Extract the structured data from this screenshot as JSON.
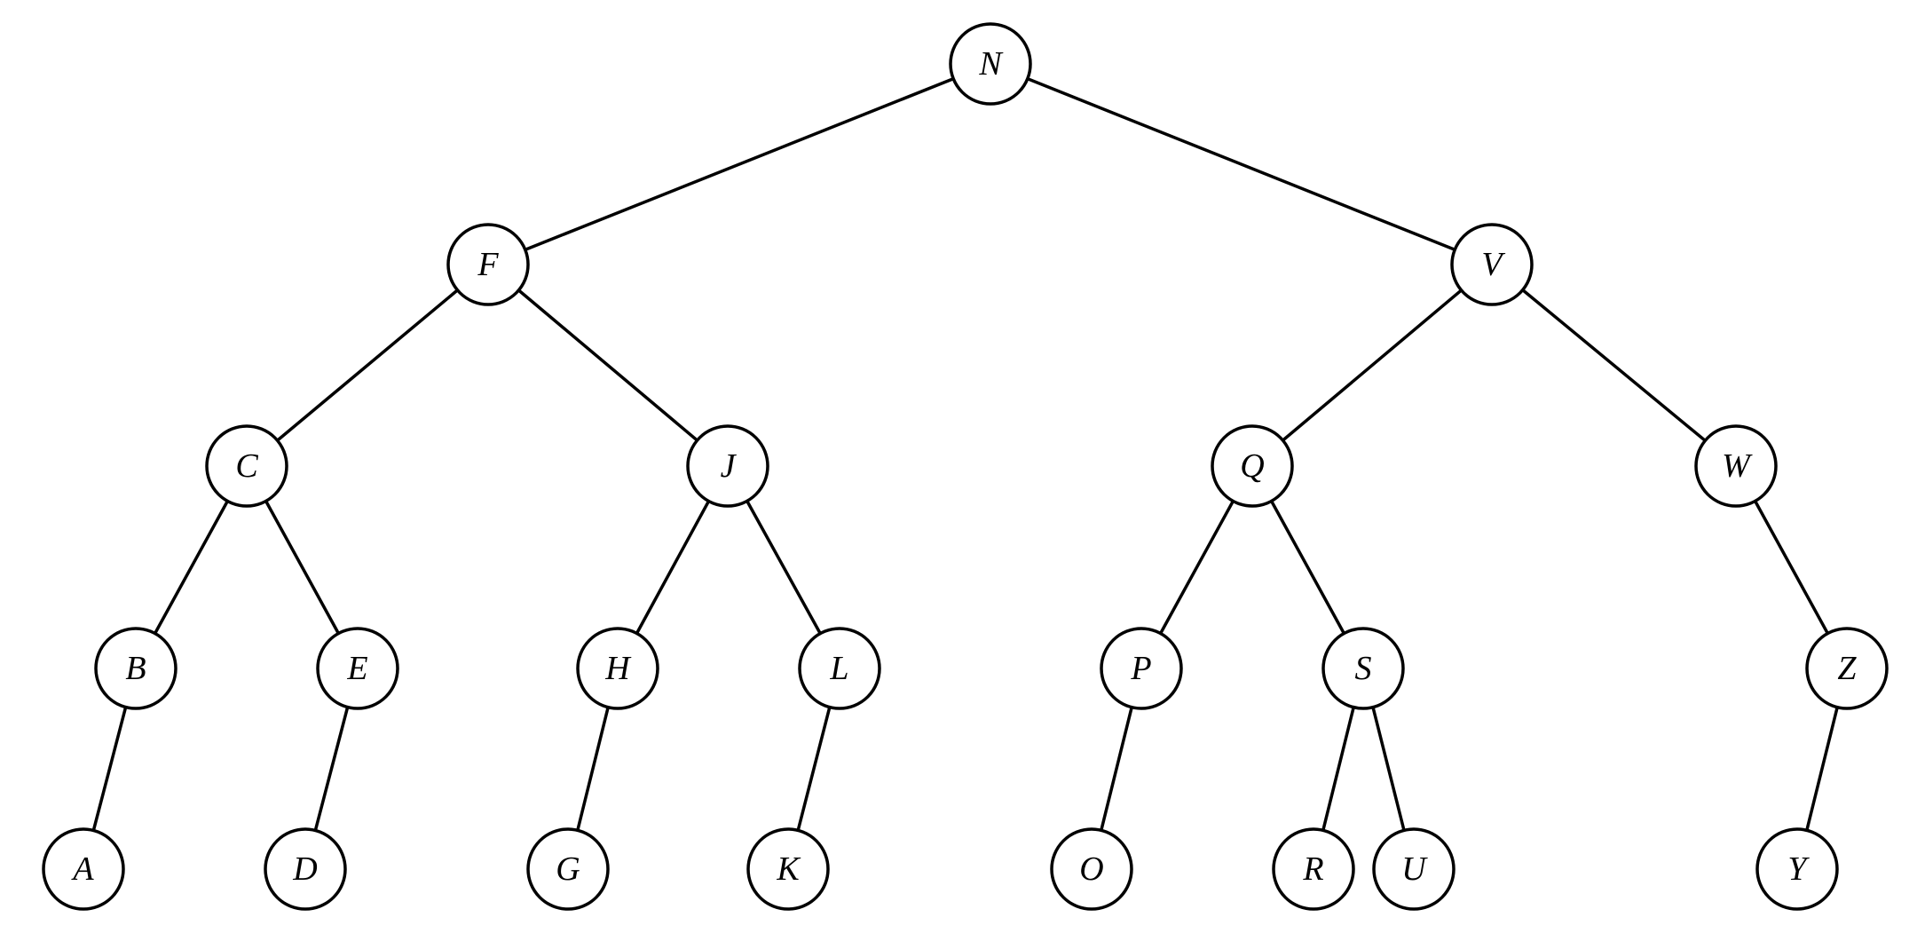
{
  "tree": {
    "nodes": [
      {
        "id": "N",
        "label": "N"
      },
      {
        "id": "F",
        "label": "F"
      },
      {
        "id": "V",
        "label": "V"
      },
      {
        "id": "C",
        "label": "C"
      },
      {
        "id": "J",
        "label": "J"
      },
      {
        "id": "Q",
        "label": "Q"
      },
      {
        "id": "W",
        "label": "W"
      },
      {
        "id": "B",
        "label": "B"
      },
      {
        "id": "E",
        "label": "E"
      },
      {
        "id": "H",
        "label": "H"
      },
      {
        "id": "L",
        "label": "L"
      },
      {
        "id": "P",
        "label": "P"
      },
      {
        "id": "S",
        "label": "S"
      },
      {
        "id": "Z",
        "label": "Z"
      },
      {
        "id": "A",
        "label": "A"
      },
      {
        "id": "D",
        "label": "D"
      },
      {
        "id": "G",
        "label": "G"
      },
      {
        "id": "K",
        "label": "K"
      },
      {
        "id": "O",
        "label": "O"
      },
      {
        "id": "R",
        "label": "R"
      },
      {
        "id": "U",
        "label": "U"
      },
      {
        "id": "Y",
        "label": "Y"
      }
    ],
    "edges": [
      [
        "N",
        "F"
      ],
      [
        "N",
        "V"
      ],
      [
        "F",
        "C"
      ],
      [
        "F",
        "J"
      ],
      [
        "V",
        "Q"
      ],
      [
        "V",
        "W"
      ],
      [
        "C",
        "B"
      ],
      [
        "C",
        "E"
      ],
      [
        "J",
        "H"
      ],
      [
        "J",
        "L"
      ],
      [
        "Q",
        "P"
      ],
      [
        "Q",
        "S"
      ],
      [
        "W",
        "Z"
      ],
      [
        "B",
        "A"
      ],
      [
        "E",
        "D"
      ],
      [
        "H",
        "G"
      ],
      [
        "L",
        "K"
      ],
      [
        "P",
        "O"
      ],
      [
        "S",
        "R"
      ],
      [
        "S",
        "U"
      ],
      [
        "Z",
        "Y"
      ]
    ]
  }
}
